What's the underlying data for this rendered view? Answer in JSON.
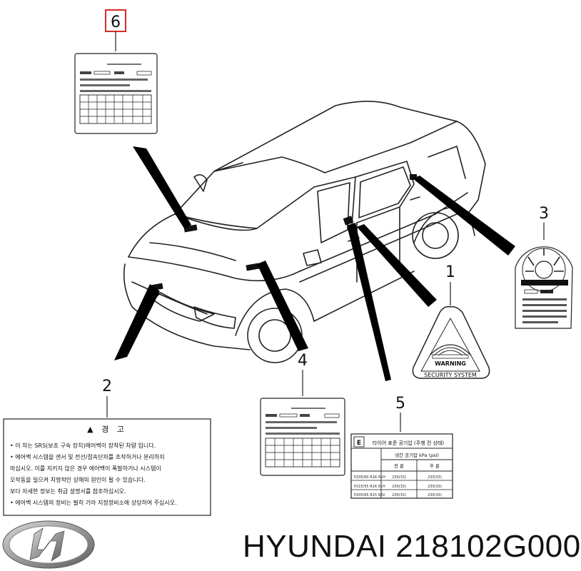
{
  "callouts": [
    "6",
    "3",
    "1",
    "4",
    "5",
    "2"
  ],
  "triangle_label": {
    "warning": "WARNING",
    "system": "SECURITY SYSTEM"
  },
  "caution_label": {
    "heading": "▲ 경 고",
    "lines": [
      "• 이 차는 SRS(보조 구속 장치)에어백이 장착된 차량 입니다.",
      "• 에어백 시스템을 센서 및 전선/접속단자를 조작하거나 분리하지",
      "  마십시오. 이를 지키지 않은 경우 에어백이 폭발하거나 시스템이",
      "  오작동을 일으켜 치명적인 상해의 원인이 될 수 있습니다.",
      "  보다 자세한 정보는 취급 설명서를 참조하십시오.",
      "• 에어백 시스템의 정비는 필히 기아 지정정비소에 상담하여 주십시오."
    ]
  },
  "tire_label": {
    "header": "타이어 표준 공기압 (주행 전 상태)",
    "subheader": "냉간 공기압 kPa (psi)",
    "col_front": "전 륜",
    "col_rear": "후 륜",
    "rows": [
      {
        "size": "P205/60 R16 91H",
        "front": "230(33)",
        "rear": "230(33)"
      },
      {
        "size": "P215/55 R16 91H",
        "front": "230(33)",
        "rear": "230(33)"
      },
      {
        "size": "P205/65 R15 93V",
        "front": "230(33)",
        "rear": "230(33)"
      }
    ]
  },
  "brand_logo": "hyundai-logo",
  "caption": "HYUNDAI 218102G000"
}
